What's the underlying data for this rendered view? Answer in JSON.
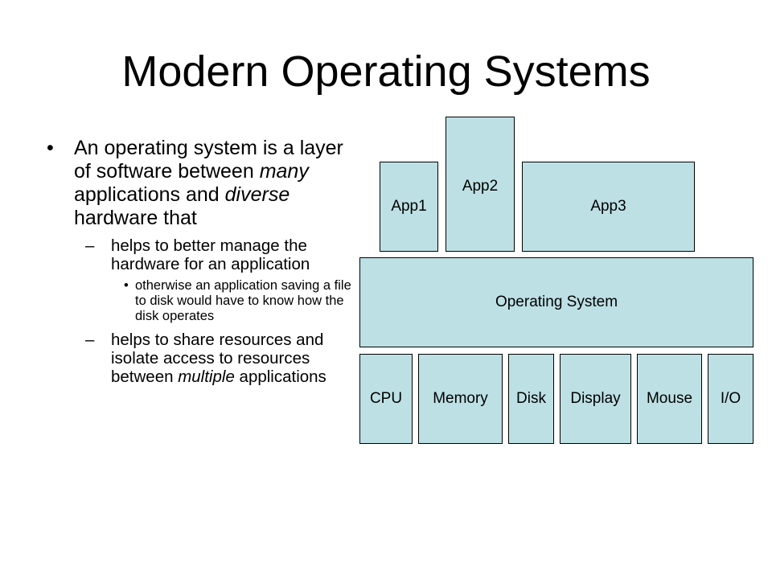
{
  "slide": {
    "title": "Modern Operating Systems",
    "bullet": {
      "part1": "An operating system is a layer of software between ",
      "em1": "many",
      "part2": " applications and ",
      "em2": "diverse",
      "part3": " hardware that",
      "dash": "–",
      "dot": "•",
      "sub1": "helps to better manage the hardware for an application",
      "subsub1": "otherwise an application saving a file to disk would have to know how the disk operates",
      "sub2": {
        "part1": "helps to share resources and isolate access to resources between ",
        "em": "multiple",
        "part2": " applications"
      }
    }
  },
  "diagram": {
    "colors": {
      "fill": "#bde0e4",
      "stroke": "#000000"
    },
    "apps": {
      "app1": "App1",
      "app2": "App2",
      "app3": "App3"
    },
    "os": "Operating System",
    "hardware": {
      "cpu": "CPU",
      "memory": "Memory",
      "disk": "Disk",
      "display": "Display",
      "mouse": "Mouse",
      "io": "I/O"
    }
  }
}
